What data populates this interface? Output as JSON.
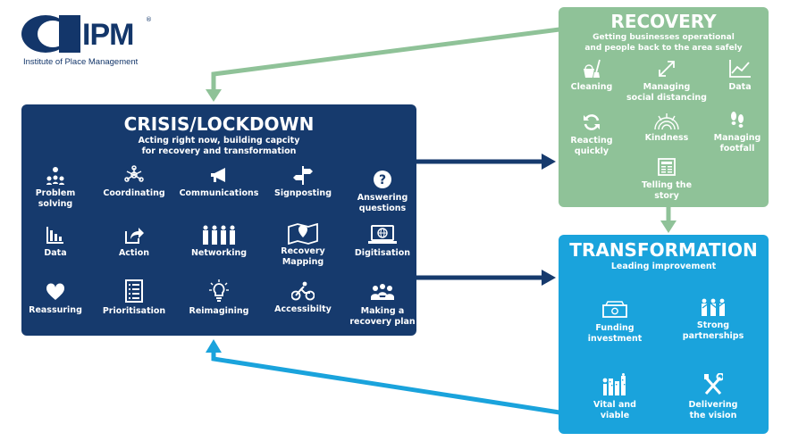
{
  "logo": {
    "mark": "IPM",
    "registered": "®",
    "subtitle": "Institute of Place Management"
  },
  "crisis": {
    "title": "CRISIS/LOCKDOWN",
    "subtitle": "Acting right now, building capcity\nfor recovery and transformation",
    "items": [
      {
        "label": "Problem\nsolving",
        "icon": "problem-solving-icon"
      },
      {
        "label": "Coordinating",
        "icon": "network-nodes-icon"
      },
      {
        "label": "Communications",
        "icon": "megaphone-icon"
      },
      {
        "label": "Signposting",
        "icon": "signpost-icon"
      },
      {
        "label": "Answering\nquestions",
        "icon": "question-icon"
      },
      {
        "label": "Data",
        "icon": "bar-chart-icon"
      },
      {
        "label": "Action",
        "icon": "share-arrow-icon"
      },
      {
        "label": "Networking",
        "icon": "people-group-icon"
      },
      {
        "label": "Recovery\nMapping",
        "icon": "map-pin-icon"
      },
      {
        "label": "Digitisation",
        "icon": "laptop-globe-icon"
      },
      {
        "label": "Reassuring",
        "icon": "heart-icon"
      },
      {
        "label": "Prioritisation",
        "icon": "checklist-icon"
      },
      {
        "label": "Reimagining",
        "icon": "lightbulb-icon"
      },
      {
        "label": "Accessibilty",
        "icon": "cyclist-icon"
      },
      {
        "label": "Making a\nrecovery plan",
        "icon": "meeting-icon"
      }
    ]
  },
  "recovery": {
    "title": "RECOVERY",
    "subtitle": "Getting businesses operational\nand people back to the area safely",
    "items": [
      {
        "label": "Cleaning",
        "icon": "bucket-mop-icon"
      },
      {
        "label": "Managing\nsocial distancing",
        "icon": "diagonal-arrows-icon"
      },
      {
        "label": "Data",
        "icon": "line-chart-icon"
      },
      {
        "label": "Reacting\nquickly",
        "icon": "refresh-icon"
      },
      {
        "label": "Kindness",
        "icon": "rainbow-icon"
      },
      {
        "label": "Managing\nfootfall",
        "icon": "footprints-icon"
      },
      {
        "label": "Telling the\nstory",
        "icon": "newspaper-icon"
      }
    ]
  },
  "transformation": {
    "title": "TRANSFORMATION",
    "subtitle": "Leading improvement",
    "items": [
      {
        "label": "Funding\ninvestment",
        "icon": "banknote-icon"
      },
      {
        "label": "Strong\npartnerships",
        "icon": "partners-icon"
      },
      {
        "label": "Vital and\nviable",
        "icon": "city-icon"
      },
      {
        "label": "Delivering\nthe vision",
        "icon": "tools-icon"
      }
    ]
  },
  "colors": {
    "crisis": "#163a6d",
    "recovery": "#8fc298",
    "transformation": "#1aa3dc",
    "logo": "#13366a"
  }
}
